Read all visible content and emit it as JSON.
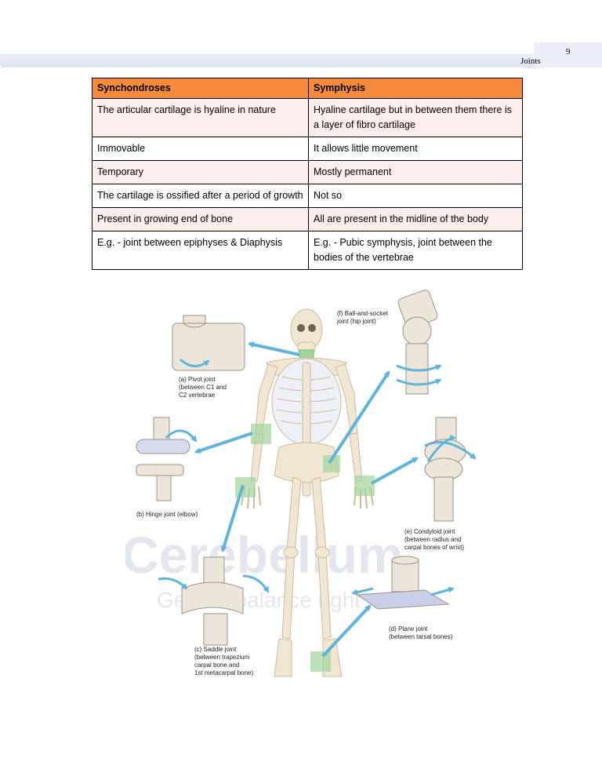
{
  "header": {
    "page_number": "9",
    "chapter": "Joints"
  },
  "table": {
    "headers": [
      "Synchondroses",
      "Symphysis"
    ],
    "rows": [
      [
        "The articular cartilage is hyaline in nature",
        "Hyaline cartilage but in between them there is a layer of fibro cartilage"
      ],
      [
        "Immovable",
        "It allows little movement"
      ],
      [
        "Temporary",
        "Mostly permanent"
      ],
      [
        "The cartilage is ossified after a period of growth",
        "Not so"
      ],
      [
        "Present in growing end of bone",
        "All are present in the midline of the body"
      ],
      [
        "E.g. - joint between epiphyses & Diaphysis",
        "E.g. - Pubic symphysis, joint between the bodies of the vertebrae"
      ]
    ]
  },
  "figure": {
    "labels": {
      "pivot": [
        "(a) Pivot joint",
        "(between C1 and",
        "C2 vertebrae"
      ],
      "hinge": [
        "(b) Hinge joint (elbow)"
      ],
      "saddle": [
        "(c) Saddle joint",
        "(between trapezium",
        "carpal bone and",
        "1st metacarpal bone)"
      ],
      "plane": [
        "(d) Plane joint",
        "(between tarsal bones)"
      ],
      "condyloid": [
        "(e) Condyloid joint",
        "(between radius and",
        "carpal bones of wrist)"
      ],
      "ball": [
        "(f) Ball-and-socket",
        "joint (hip joint)"
      ]
    },
    "watermark": {
      "brand": "Cerebellum",
      "tagline": "Get the balance right"
    },
    "colors": {
      "bone": "#f1e6d2",
      "bone_stroke": "#cdbb9c",
      "highlight": "#9fd49a",
      "arrow": "#5fb4dc",
      "model": "#ece6da"
    }
  }
}
